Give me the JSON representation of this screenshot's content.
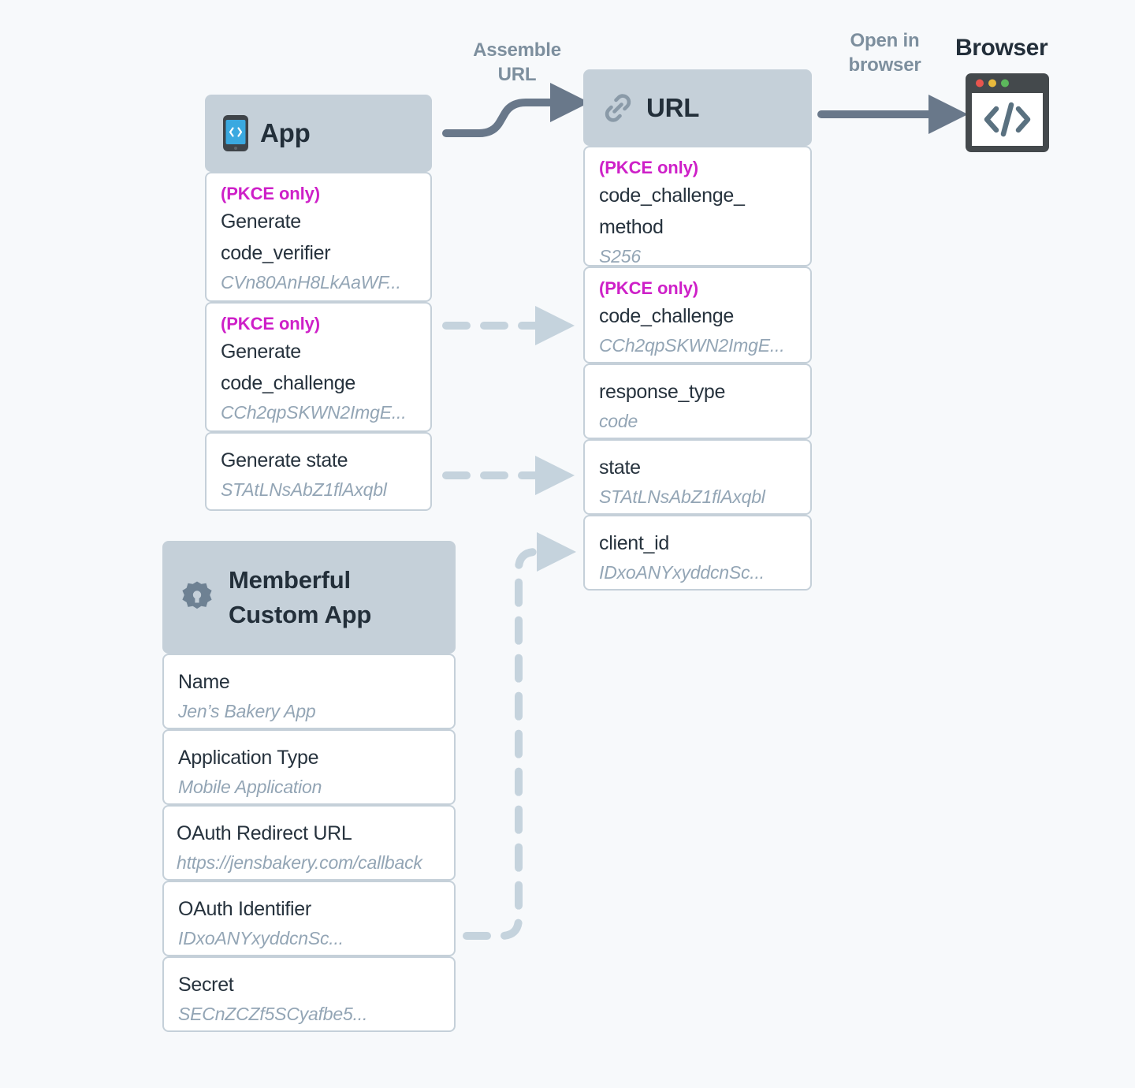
{
  "theme": {
    "background": "#f7f9fb",
    "header_fill": "#c5d0d9",
    "card_border": "#c5d0d9",
    "card_fill": "#ffffff",
    "key_text": "#26323d",
    "value_text": "#93a5b5",
    "pkce_accent": "#ce20c8",
    "arrow_solid": "#69788a",
    "arrow_dashed": "#c5d3dd",
    "label_text": "#7d8f9e",
    "title_text": "#232f3a",
    "phone_screen": "#3aa9e0",
    "phone_body": "#3f4449",
    "browser_frame": "#44494c",
    "browser_dot_red": "#e8554e",
    "browser_dot_yellow": "#e8b93c",
    "browser_dot_green": "#5cb85c",
    "browser_code": "#5a7180",
    "gear": "#6e8193",
    "link_icon": "#8a9aa8"
  },
  "app_card": {
    "title": "App",
    "icon": "mobile-phone-code-icon",
    "rows": [
      {
        "badge": "(PKCE only)",
        "key_lines": [
          "Generate",
          "code_verifier"
        ],
        "value": "CVn80AnH8LkAaWF..."
      },
      {
        "badge": "(PKCE only)",
        "key_lines": [
          "Generate",
          "code_challenge"
        ],
        "value": "CCh2qpSKWN2ImgE..."
      },
      {
        "badge": "",
        "key_lines": [
          "Generate state"
        ],
        "value": "STAtLNsAbZ1flAxqbl"
      }
    ]
  },
  "url_card": {
    "title": "URL",
    "icon": "link-chain-icon",
    "rows": [
      {
        "badge": "(PKCE only)",
        "key_lines": [
          "code_challenge_",
          "method"
        ],
        "value": "S256"
      },
      {
        "badge": "(PKCE only)",
        "key_lines": [
          "code_challenge"
        ],
        "value": "CCh2qpSKWN2ImgE..."
      },
      {
        "badge": "",
        "key_lines": [
          "response_type"
        ],
        "value": "code"
      },
      {
        "badge": "",
        "key_lines": [
          "state"
        ],
        "value": "STAtLNsAbZ1flAxqbl"
      },
      {
        "badge": "",
        "key_lines": [
          "client_id"
        ],
        "value": "IDxoANYxyddcnSc..."
      }
    ]
  },
  "memberful_card": {
    "title_lines": [
      "Memberful",
      "Custom App"
    ],
    "icon": "gear-icon",
    "rows": [
      {
        "badge": "",
        "key_lines": [
          "Name"
        ],
        "value": "Jen’s Bakery App"
      },
      {
        "badge": "",
        "key_lines": [
          "Application Type"
        ],
        "value": "Mobile Application"
      },
      {
        "badge": "",
        "key_lines": [
          "OAuth Redirect URL"
        ],
        "value": "https://jensbakery.com/callback"
      },
      {
        "badge": "",
        "key_lines": [
          "OAuth Identifier"
        ],
        "value": "IDxoANYxyddcnSc..."
      },
      {
        "badge": "",
        "key_lines": [
          "Secret"
        ],
        "value": "SECnZCZf5SCyafbe5..."
      }
    ]
  },
  "flows": {
    "assemble_url_line1": "Assemble",
    "assemble_url_line2": "URL",
    "open_in_browser_line1": "Open in",
    "open_in_browser_line2": "browser"
  },
  "browser": {
    "label": "Browser",
    "icon": "browser-window-code-icon",
    "code_glyph": "</>"
  }
}
